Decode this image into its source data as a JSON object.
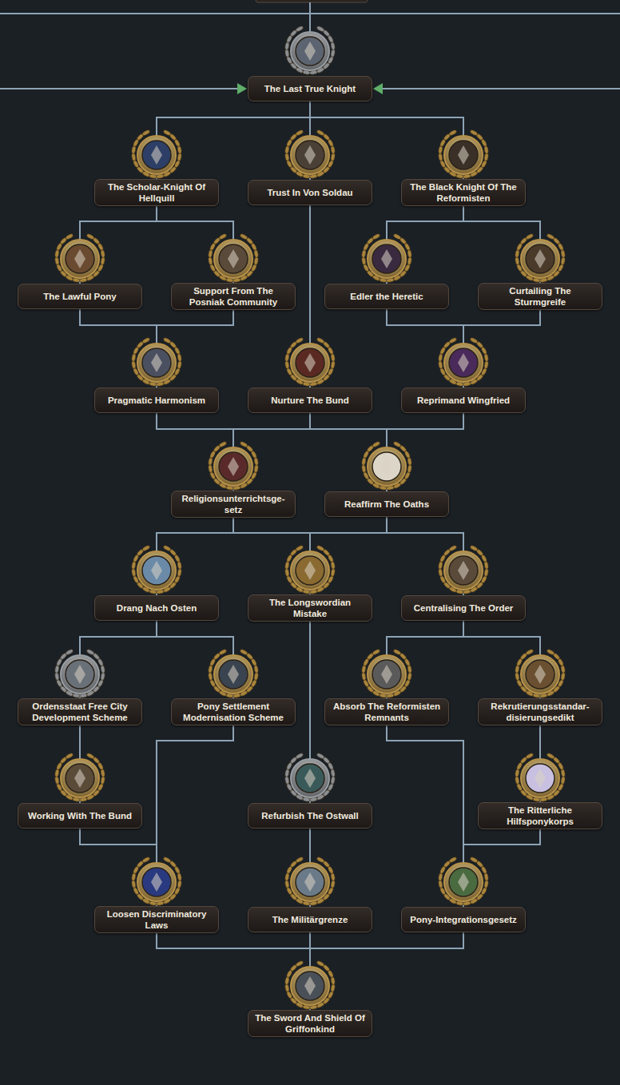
{
  "diagram": {
    "nodes": [
      {
        "text": [
          "The Last True Knight"
        ]
      },
      {
        "text": [
          "The Scholar-Knight Of Hellquill"
        ]
      },
      {
        "text": [
          "Trust In Von Soldau"
        ]
      },
      {
        "text": [
          "The Black Knight Of The Reformisten"
        ]
      },
      {
        "text": [
          "The Lawful Pony"
        ]
      },
      {
        "text": [
          "Support From The Posniak Community"
        ]
      },
      {
        "text": [
          "Edler the Heretic"
        ]
      },
      {
        "text": [
          "Curtailing The Sturmgreife"
        ]
      },
      {
        "text": [
          "Pragmatic Harmonism"
        ]
      },
      {
        "text": [
          "Nurture The Bund"
        ]
      },
      {
        "text": [
          "Reprimand Wingfried"
        ]
      },
      {
        "text": [
          "Religionsunterrichtsge- setz"
        ]
      },
      {
        "text": [
          "Reaffirm The Oaths"
        ]
      },
      {
        "text": [
          "Drang Nach Osten"
        ]
      },
      {
        "text": [
          "The Longswordian Mistake"
        ]
      },
      {
        "text": [
          "Centralising The Order"
        ]
      },
      {
        "text": [
          "Ordensstaat Free City Development Scheme"
        ]
      },
      {
        "text": [
          "Pony Settlement Modernisation Scheme"
        ]
      },
      {
        "text": [
          "Absorb The Reformisten Remnants"
        ]
      },
      {
        "text": [
          "Rekrutierungsstandar- disierungsedikt"
        ]
      },
      {
        "text": [
          "Working With The Bund"
        ]
      },
      {
        "text": [
          "Refurbish The Ostwall"
        ]
      },
      {
        "text": [
          "The Ritterliche Hilfsponykorps"
        ]
      },
      {
        "text": [
          "Loosen Discriminatory Laws"
        ]
      },
      {
        "text": [
          "The Militärgrenze"
        ]
      },
      {
        "text": [
          "Pony-Integrationsgesetz"
        ]
      },
      {
        "text": [
          "The Sword And Shield Of Griffonkind"
        ]
      }
    ],
    "edges": [
      {
        "from": 0,
        "to": 1,
        "arrow": "none"
      },
      {
        "from": 0,
        "to": 2,
        "arrow": "none"
      },
      {
        "from": 0,
        "to": 3,
        "arrow": "none"
      },
      {
        "from": 1,
        "to": 4,
        "arrow": "none"
      },
      {
        "from": 1,
        "to": 5,
        "arrow": "none"
      },
      {
        "from": 3,
        "to": 6,
        "arrow": "none"
      },
      {
        "from": 3,
        "to": 7,
        "arrow": "none"
      },
      {
        "from": 4,
        "to": 8,
        "arrow": "none"
      },
      {
        "from": 5,
        "to": 8,
        "arrow": "none"
      },
      {
        "from": 2,
        "to": 9,
        "arrow": "none"
      },
      {
        "from": 6,
        "to": 10,
        "arrow": "none"
      },
      {
        "from": 7,
        "to": 10,
        "arrow": "none"
      },
      {
        "from": 8,
        "to": 11,
        "arrow": "none"
      },
      {
        "from": 9,
        "to": 11,
        "arrow": "none"
      },
      {
        "from": 10,
        "to": 11,
        "arrow": "none"
      },
      {
        "from": 8,
        "to": 12,
        "arrow": "none"
      },
      {
        "from": 9,
        "to": 12,
        "arrow": "none"
      },
      {
        "from": 10,
        "to": 12,
        "arrow": "none"
      },
      {
        "from": 11,
        "to": 13,
        "arrow": "none"
      },
      {
        "from": 11,
        "to": 14,
        "arrow": "none"
      },
      {
        "from": 11,
        "to": 15,
        "arrow": "none"
      },
      {
        "from": 12,
        "to": 13,
        "arrow": "none"
      },
      {
        "from": 12,
        "to": 14,
        "arrow": "none"
      },
      {
        "from": 12,
        "to": 15,
        "arrow": "none"
      },
      {
        "from": 13,
        "to": 16,
        "arrow": "none"
      },
      {
        "from": 13,
        "to": 17,
        "arrow": "none"
      },
      {
        "from": 15,
        "to": 18,
        "arrow": "none"
      },
      {
        "from": 15,
        "to": 19,
        "arrow": "none"
      },
      {
        "from": 16,
        "to": 20,
        "arrow": "none"
      },
      {
        "from": 14,
        "to": 21,
        "arrow": "none"
      },
      {
        "from": 19,
        "to": 22,
        "arrow": "none"
      },
      {
        "from": 17,
        "to": 23,
        "arrow": "none"
      },
      {
        "from": 20,
        "to": 23,
        "arrow": "none"
      },
      {
        "from": 21,
        "to": 24,
        "arrow": "none"
      },
      {
        "from": 18,
        "to": 25,
        "arrow": "none"
      },
      {
        "from": 22,
        "to": 25,
        "arrow": "none"
      },
      {
        "from": 23,
        "to": 26,
        "arrow": "none"
      },
      {
        "from": 24,
        "to": 26,
        "arrow": "none"
      },
      {
        "from": 25,
        "to": 26,
        "arrow": "none"
      }
    ]
  }
}
